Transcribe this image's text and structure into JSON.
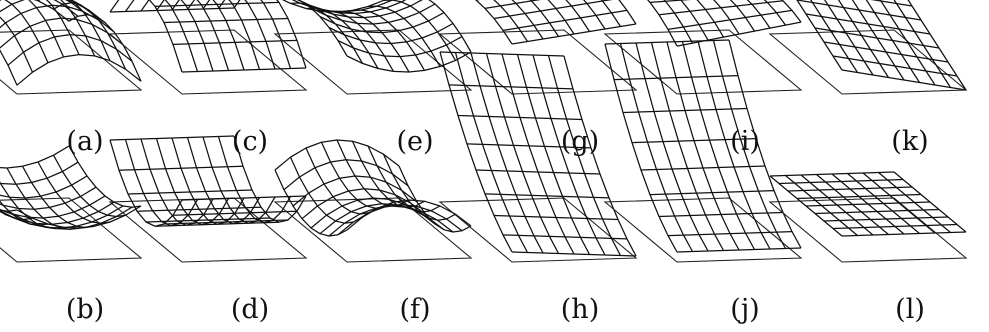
{
  "panels": [
    {
      "id": "a",
      "label": "(a)",
      "surface": "dome"
    },
    {
      "id": "b",
      "label": "(b)",
      "surface": "bowl"
    },
    {
      "id": "c",
      "label": "(c)",
      "surface": "ridge"
    },
    {
      "id": "d",
      "label": "(d)",
      "surface": "valley"
    },
    {
      "id": "e",
      "label": "(e)",
      "surface": "saddle-ridge"
    },
    {
      "id": "f",
      "label": "(f)",
      "surface": "saddle-valley"
    },
    {
      "id": "g",
      "label": "(g)",
      "surface": "flat-ridge"
    },
    {
      "id": "h",
      "label": "(h)",
      "surface": "flat-valley"
    },
    {
      "id": "i",
      "label": "(i)",
      "surface": "flat-ridge-skewed"
    },
    {
      "id": "j",
      "label": "(j)",
      "surface": "flat-valley-skewed"
    },
    {
      "id": "k",
      "label": "(k)",
      "surface": "slope"
    },
    {
      "id": "l",
      "label": "(l)",
      "surface": "flat"
    }
  ]
}
